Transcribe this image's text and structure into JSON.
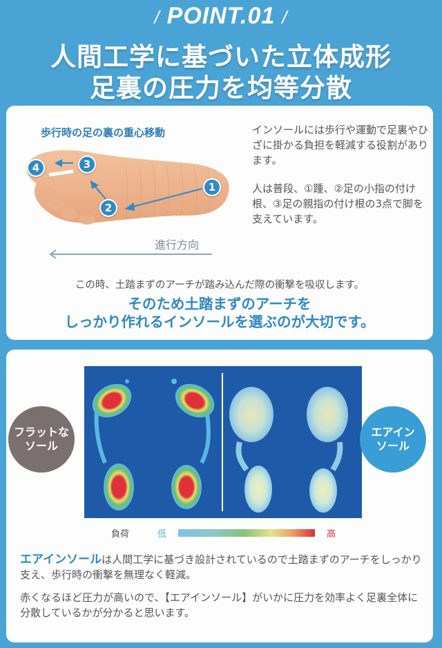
{
  "header": {
    "point_label": "POINT.01",
    "title_line1": "人間工学に基づいた立体成形",
    "title_line2": "足裏の圧力を均等分散"
  },
  "gait_section": {
    "diagram_title": "歩行時の足の裏の重心移動",
    "markers": [
      "1",
      "2",
      "3",
      "4"
    ],
    "direction_label": "進行方向",
    "description_p1": "インソールには歩行や運動で足裏やひざに掛かる負担を軽減する役割があります。",
    "description_p2": "人は普段、①踵、②足の小指の付け根、③足の親指の付け根の3点で脚を支えています。",
    "note": "この時、土踏まずのアーチが踏み込んだ際の衝撃を吸収します。",
    "emphasis_line1": "そのため土踏まずのアーチを",
    "emphasis_line2": "しっかり作れるインソールを選ぶのが大切です。"
  },
  "comparison_section": {
    "badge_flat": "フラットな\nソール",
    "badge_air": "エアイン\nソール",
    "legend": {
      "label": "負荷",
      "low": "低",
      "high": "高"
    },
    "body_highlight": "エアインソール",
    "body_line1_rest": "は人間工学に基づき設計されているので土踏まずのアーチをしっかり支え、歩行時の衝撃を無理なく軽減。",
    "body_line2": "赤くなるほど圧力が高いので、【エアインソール】がいかに圧力を効率よく足裏全体に分散しているかが分かると思います。"
  },
  "colors": {
    "background": "#4aa3d5",
    "accent_blue": "#2e88c4",
    "flat_badge": "#7b7070",
    "air_badge": "#3a9ed6",
    "heatmap_bg": "#1e5aa8",
    "high_red": "#d8303a"
  }
}
